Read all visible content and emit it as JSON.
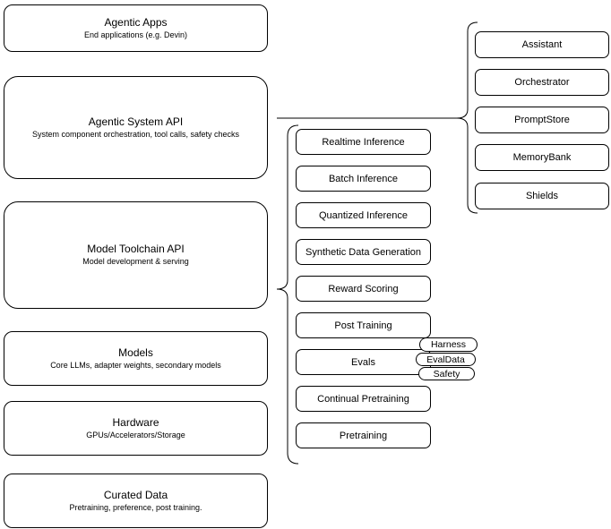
{
  "left_stack": [
    {
      "title": "Agentic Apps",
      "subtitle": "End applications (e.g. Devin)"
    },
    {
      "title": "Agentic System API",
      "subtitle": "System component orchestration, tool calls, safety checks"
    },
    {
      "title": "Model Toolchain API",
      "subtitle": "Model development & serving"
    },
    {
      "title": "Models",
      "subtitle": "Core LLMs, adapter weights, secondary models"
    },
    {
      "title": "Hardware",
      "subtitle": "GPUs/Accelerators/Storage"
    },
    {
      "title": "Curated Data",
      "subtitle": "Pretraining, preference, post training."
    }
  ],
  "toolchain_items": [
    "Realtime Inference",
    "Batch Inference",
    "Quantized Inference",
    "Synthetic Data Generation",
    "Reward Scoring",
    "Post Training",
    "Evals",
    "Continual Pretraining",
    "Pretraining"
  ],
  "eval_tags": [
    "Harness",
    "EvalData",
    "Safety"
  ],
  "system_components": [
    "Assistant",
    "Orchestrator",
    "PromptStore",
    "MemoryBank",
    "Shields"
  ],
  "colors": {
    "stroke": "#000000",
    "background": "#ffffff",
    "text": "#000000"
  }
}
